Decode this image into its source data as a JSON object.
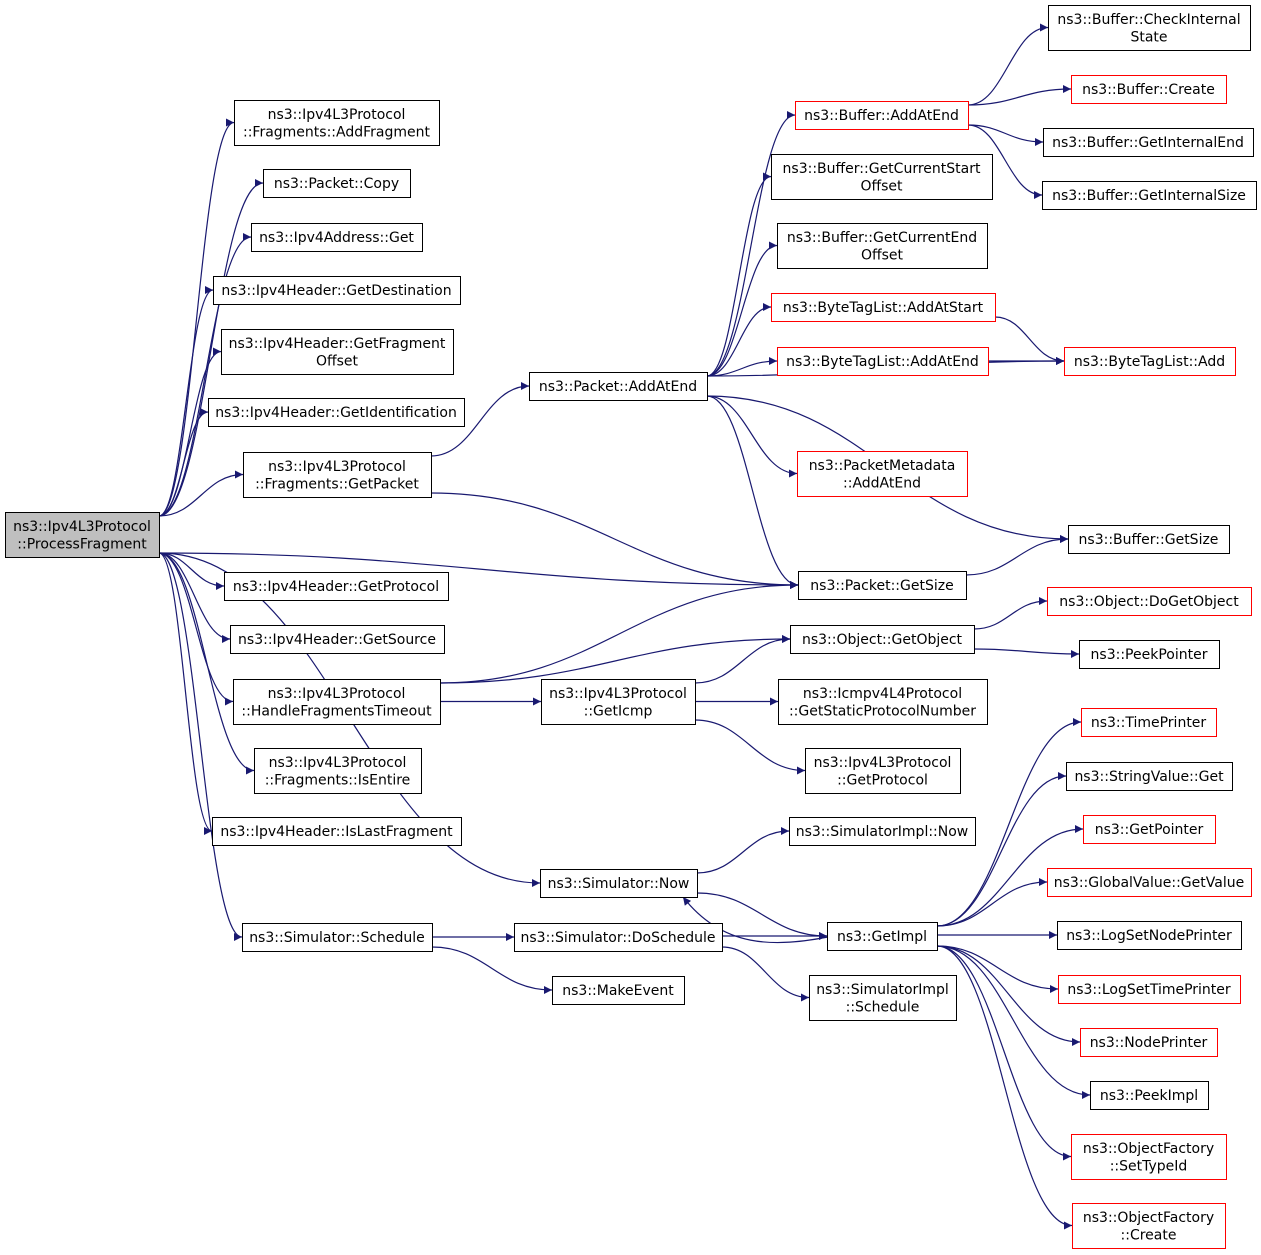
{
  "colors": {
    "edge": "#191970",
    "border_default": "#000000",
    "border_truncated": "#ff0000",
    "root_fill": "#bfbfbf",
    "node_fill": "#ffffff"
  },
  "nodes": [
    {
      "id": "root",
      "lines": [
        "ns3::Ipv4L3Protocol",
        "::ProcessFragment"
      ],
      "style": "root"
    },
    {
      "id": "addFragment",
      "lines": [
        "ns3::Ipv4L3Protocol",
        "::Fragments::AddFragment"
      ],
      "style": "normal"
    },
    {
      "id": "packetCopy",
      "lines": [
        "ns3::Packet::Copy"
      ],
      "style": "normal"
    },
    {
      "id": "ipv4AddrGet",
      "lines": [
        "ns3::Ipv4Address::Get"
      ],
      "style": "normal"
    },
    {
      "id": "getDestination",
      "lines": [
        "ns3::Ipv4Header::GetDestination"
      ],
      "style": "normal"
    },
    {
      "id": "getFragmentOffset",
      "lines": [
        "ns3::Ipv4Header::GetFragment",
        "Offset"
      ],
      "style": "normal"
    },
    {
      "id": "getIdentification",
      "lines": [
        "ns3::Ipv4Header::GetIdentification"
      ],
      "style": "normal"
    },
    {
      "id": "fragGetPacket",
      "lines": [
        "ns3::Ipv4L3Protocol",
        "::Fragments::GetPacket"
      ],
      "style": "normal"
    },
    {
      "id": "getProtocolHdr",
      "lines": [
        "ns3::Ipv4Header::GetProtocol"
      ],
      "style": "normal"
    },
    {
      "id": "getSource",
      "lines": [
        "ns3::Ipv4Header::GetSource"
      ],
      "style": "normal"
    },
    {
      "id": "handleTimeout",
      "lines": [
        "ns3::Ipv4L3Protocol",
        "::HandleFragmentsTimeout"
      ],
      "style": "normal"
    },
    {
      "id": "isEntire",
      "lines": [
        "ns3::Ipv4L3Protocol",
        "::Fragments::IsEntire"
      ],
      "style": "normal"
    },
    {
      "id": "isLastFragment",
      "lines": [
        "ns3::Ipv4Header::IsLastFragment"
      ],
      "style": "normal"
    },
    {
      "id": "simSchedule",
      "lines": [
        "ns3::Simulator::Schedule"
      ],
      "style": "normal"
    },
    {
      "id": "packetAddAtEnd",
      "lines": [
        "ns3::Packet::AddAtEnd"
      ],
      "style": "normal"
    },
    {
      "id": "getIcmp",
      "lines": [
        "ns3::Ipv4L3Protocol",
        "::GetIcmp"
      ],
      "style": "normal"
    },
    {
      "id": "simNow",
      "lines": [
        "ns3::Simulator::Now"
      ],
      "style": "normal"
    },
    {
      "id": "doSchedule",
      "lines": [
        "ns3::Simulator::DoSchedule"
      ],
      "style": "normal"
    },
    {
      "id": "makeEvent",
      "lines": [
        "ns3::MakeEvent"
      ],
      "style": "normal"
    },
    {
      "id": "bufAddAtEnd",
      "lines": [
        "ns3::Buffer::AddAtEnd"
      ],
      "style": "truncated"
    },
    {
      "id": "bufGetCurStartOff",
      "lines": [
        "ns3::Buffer::GetCurrentStart",
        "Offset"
      ],
      "style": "normal"
    },
    {
      "id": "bufGetCurEndOff",
      "lines": [
        "ns3::Buffer::GetCurrentEnd",
        "Offset"
      ],
      "style": "normal"
    },
    {
      "id": "btlAddAtStart",
      "lines": [
        "ns3::ByteTagList::AddAtStart"
      ],
      "style": "truncated"
    },
    {
      "id": "btlAddAtEnd",
      "lines": [
        "ns3::ByteTagList::AddAtEnd"
      ],
      "style": "truncated"
    },
    {
      "id": "pmAddAtEnd",
      "lines": [
        "ns3::PacketMetadata",
        "::AddAtEnd"
      ],
      "style": "truncated"
    },
    {
      "id": "packetGetSize",
      "lines": [
        "ns3::Packet::GetSize"
      ],
      "style": "normal"
    },
    {
      "id": "objGetObject",
      "lines": [
        "ns3::Object::GetObject"
      ],
      "style": "normal"
    },
    {
      "id": "icmpStaticProto",
      "lines": [
        "ns3::Icmpv4L4Protocol",
        "::GetStaticProtocolNumber"
      ],
      "style": "normal"
    },
    {
      "id": "l3GetProtocol",
      "lines": [
        "ns3::Ipv4L3Protocol",
        "::GetProtocol"
      ],
      "style": "normal"
    },
    {
      "id": "simImplNow",
      "lines": [
        "ns3::SimulatorImpl::Now"
      ],
      "style": "normal"
    },
    {
      "id": "getImpl",
      "lines": [
        "ns3::GetImpl"
      ],
      "style": "normal"
    },
    {
      "id": "simImplSchedule",
      "lines": [
        "ns3::SimulatorImpl",
        "::Schedule"
      ],
      "style": "normal"
    },
    {
      "id": "bufCheckInternal",
      "lines": [
        "ns3::Buffer::CheckInternal",
        "State"
      ],
      "style": "normal"
    },
    {
      "id": "bufCreate",
      "lines": [
        "ns3::Buffer::Create"
      ],
      "style": "truncated"
    },
    {
      "id": "bufGetInternalEnd",
      "lines": [
        "ns3::Buffer::GetInternalEnd"
      ],
      "style": "normal"
    },
    {
      "id": "bufGetInternalSize",
      "lines": [
        "ns3::Buffer::GetInternalSize"
      ],
      "style": "normal"
    },
    {
      "id": "btlAdd",
      "lines": [
        "ns3::ByteTagList::Add"
      ],
      "style": "truncated"
    },
    {
      "id": "bufGetSize",
      "lines": [
        "ns3::Buffer::GetSize"
      ],
      "style": "normal"
    },
    {
      "id": "objDoGetObject",
      "lines": [
        "ns3::Object::DoGetObject"
      ],
      "style": "truncated"
    },
    {
      "id": "peekPointer",
      "lines": [
        "ns3::PeekPointer"
      ],
      "style": "normal"
    },
    {
      "id": "timePrinter",
      "lines": [
        "ns3::TimePrinter"
      ],
      "style": "truncated"
    },
    {
      "id": "stringValueGet",
      "lines": [
        "ns3::StringValue::Get"
      ],
      "style": "normal"
    },
    {
      "id": "getPointer",
      "lines": [
        "ns3::GetPointer"
      ],
      "style": "truncated"
    },
    {
      "id": "globalValueGet",
      "lines": [
        "ns3::GlobalValue::GetValue"
      ],
      "style": "truncated"
    },
    {
      "id": "logSetNodePrinter",
      "lines": [
        "ns3::LogSetNodePrinter"
      ],
      "style": "normal"
    },
    {
      "id": "logSetTimePrinter",
      "lines": [
        "ns3::LogSetTimePrinter"
      ],
      "style": "truncated"
    },
    {
      "id": "nodePrinter",
      "lines": [
        "ns3::NodePrinter"
      ],
      "style": "truncated"
    },
    {
      "id": "peekImpl",
      "lines": [
        "ns3::PeekImpl"
      ],
      "style": "normal"
    },
    {
      "id": "objFactorySetTypeId",
      "lines": [
        "ns3::ObjectFactory",
        "::SetTypeId"
      ],
      "style": "truncated"
    },
    {
      "id": "objFactoryCreate",
      "lines": [
        "ns3::ObjectFactory",
        "::Create"
      ],
      "style": "truncated"
    }
  ],
  "edges": [
    [
      "root",
      "addFragment"
    ],
    [
      "root",
      "packetCopy"
    ],
    [
      "root",
      "ipv4AddrGet"
    ],
    [
      "root",
      "getDestination"
    ],
    [
      "root",
      "getFragmentOffset"
    ],
    [
      "root",
      "getIdentification"
    ],
    [
      "root",
      "fragGetPacket"
    ],
    [
      "root",
      "packetGetSize"
    ],
    [
      "root",
      "getProtocolHdr"
    ],
    [
      "root",
      "getSource"
    ],
    [
      "root",
      "handleTimeout"
    ],
    [
      "root",
      "isEntire"
    ],
    [
      "root",
      "isLastFragment"
    ],
    [
      "root",
      "simNow"
    ],
    [
      "root",
      "simSchedule"
    ],
    [
      "fragGetPacket",
      "packetAddAtEnd"
    ],
    [
      "fragGetPacket",
      "packetGetSize"
    ],
    [
      "packetAddAtEnd",
      "bufAddAtEnd"
    ],
    [
      "packetAddAtEnd",
      "bufGetCurStartOff"
    ],
    [
      "packetAddAtEnd",
      "bufGetCurEndOff"
    ],
    [
      "packetAddAtEnd",
      "btlAddAtStart"
    ],
    [
      "packetAddAtEnd",
      "btlAddAtEnd"
    ],
    [
      "packetAddAtEnd",
      "btlAdd"
    ],
    [
      "packetAddAtEnd",
      "pmAddAtEnd"
    ],
    [
      "packetAddAtEnd",
      "bufGetSize"
    ],
    [
      "packetAddAtEnd",
      "packetGetSize"
    ],
    [
      "bufAddAtEnd",
      "bufCheckInternal"
    ],
    [
      "bufAddAtEnd",
      "bufCreate"
    ],
    [
      "bufAddAtEnd",
      "bufGetInternalEnd"
    ],
    [
      "bufAddAtEnd",
      "bufGetInternalSize"
    ],
    [
      "btlAddAtStart",
      "btlAdd"
    ],
    [
      "btlAddAtEnd",
      "btlAdd"
    ],
    [
      "packetGetSize",
      "bufGetSize"
    ],
    [
      "handleTimeout",
      "packetGetSize"
    ],
    [
      "handleTimeout",
      "objGetObject"
    ],
    [
      "handleTimeout",
      "getIcmp"
    ],
    [
      "getIcmp",
      "objGetObject"
    ],
    [
      "getIcmp",
      "icmpStaticProto"
    ],
    [
      "getIcmp",
      "l3GetProtocol"
    ],
    [
      "objGetObject",
      "objDoGetObject"
    ],
    [
      "objGetObject",
      "peekPointer"
    ],
    [
      "simNow",
      "simImplNow"
    ],
    [
      "simNow",
      "getImpl"
    ],
    [
      "simSchedule",
      "doSchedule"
    ],
    [
      "simSchedule",
      "makeEvent"
    ],
    [
      "doSchedule",
      "getImpl"
    ],
    [
      "doSchedule",
      "simImplSchedule"
    ],
    [
      "getImpl",
      "simNow"
    ],
    [
      "getImpl",
      "timePrinter"
    ],
    [
      "getImpl",
      "stringValueGet"
    ],
    [
      "getImpl",
      "getPointer"
    ],
    [
      "getImpl",
      "globalValueGet"
    ],
    [
      "getImpl",
      "logSetNodePrinter"
    ],
    [
      "getImpl",
      "logSetTimePrinter"
    ],
    [
      "getImpl",
      "nodePrinter"
    ],
    [
      "getImpl",
      "peekImpl"
    ],
    [
      "getImpl",
      "objFactorySetTypeId"
    ],
    [
      "getImpl",
      "objFactoryCreate"
    ]
  ]
}
